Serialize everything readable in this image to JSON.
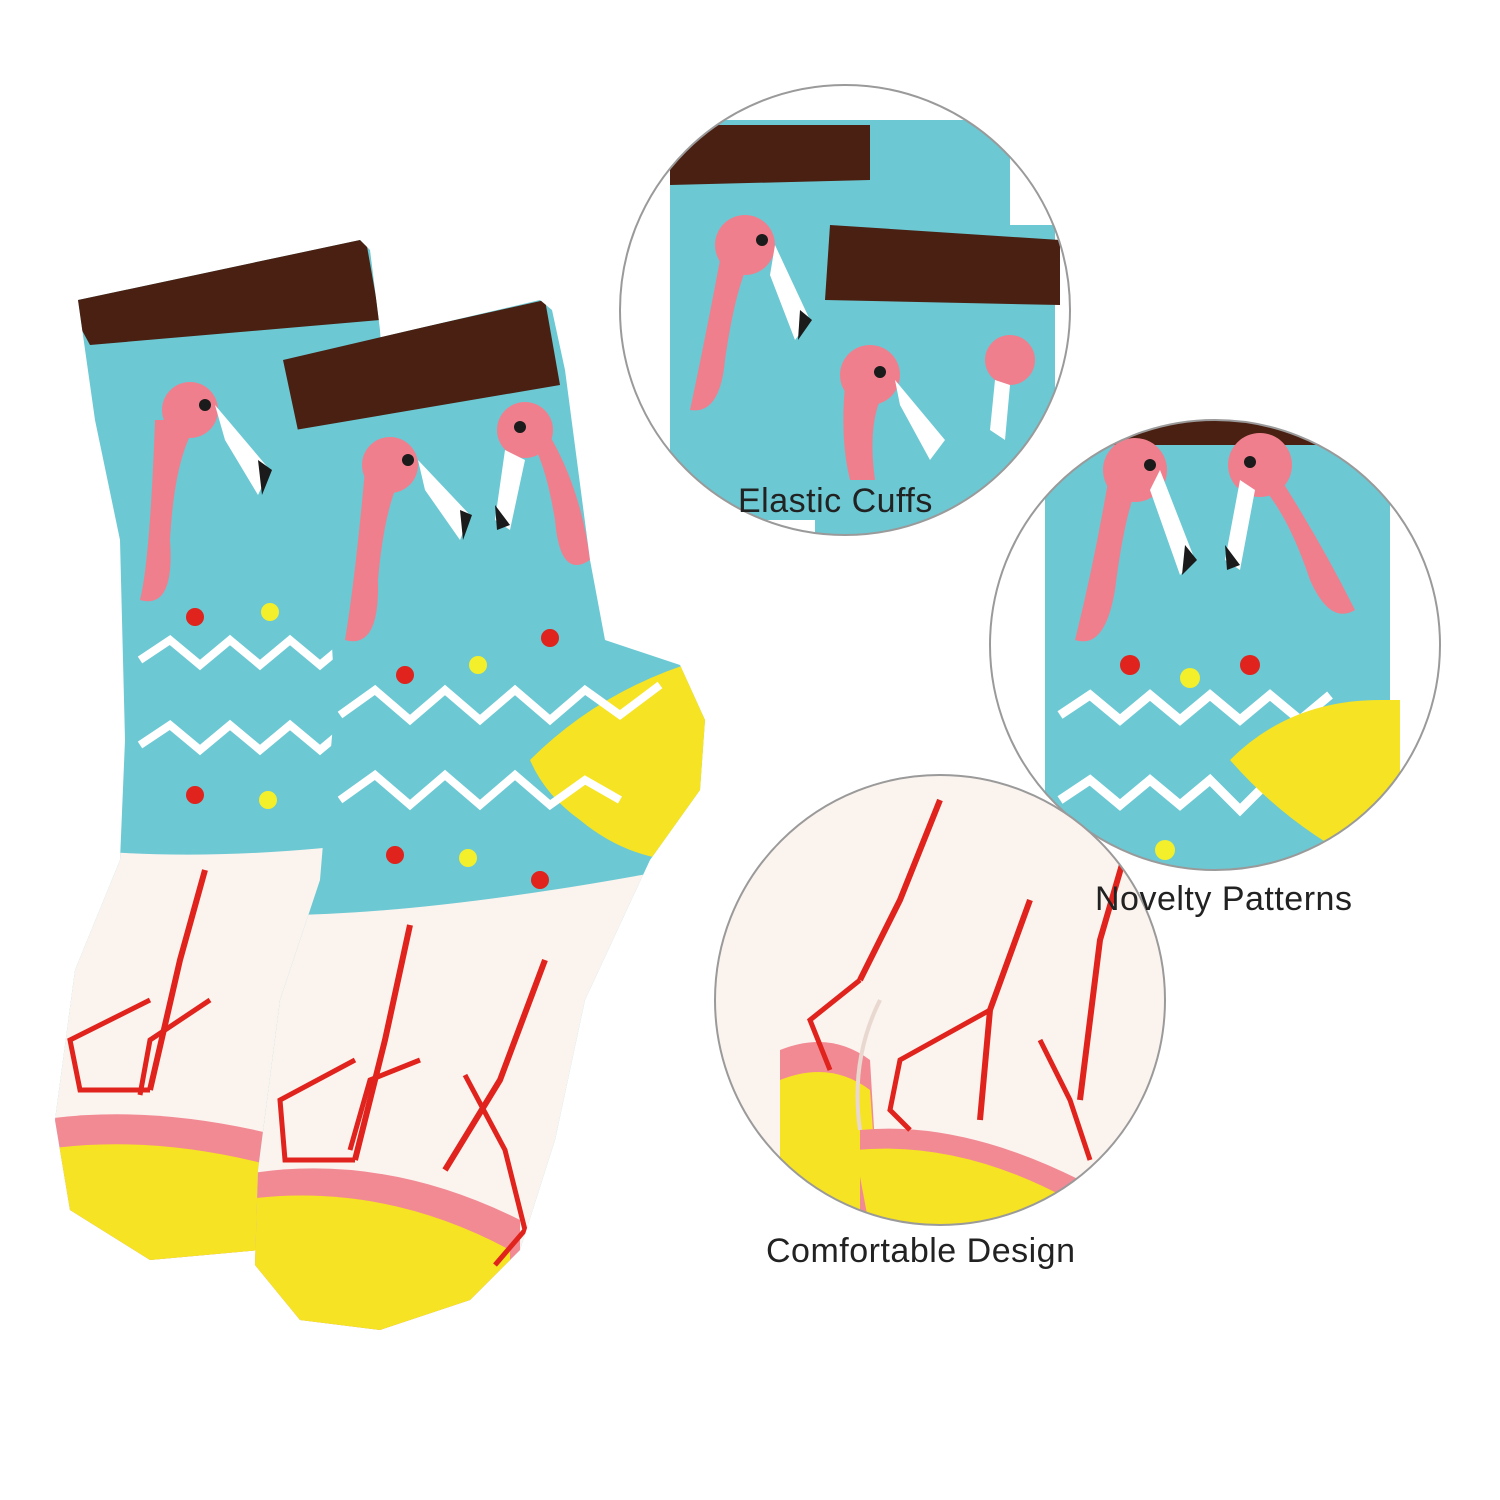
{
  "photo": {
    "subject": "pair of flamingo pattern crew socks with three detail zoom circles",
    "colors": {
      "cuff": "#4a2012",
      "body": "#6cc8d3",
      "flamingo": "#f07f8e",
      "beak": "#1b1b1b",
      "zigzag": "#ffffff",
      "dot_red": "#e0231c",
      "dot_yellow": "#f3ef2a",
      "foot": "#fbf3ee",
      "legs": "#e0231c",
      "toe": "#f6e323",
      "toe_band": "#f28a94",
      "circle_border": "#9a9a9a"
    }
  },
  "features": [
    {
      "label": "Elastic Cuffs"
    },
    {
      "label": "Novelty Patterns"
    },
    {
      "label": "Comfortable Design"
    }
  ]
}
